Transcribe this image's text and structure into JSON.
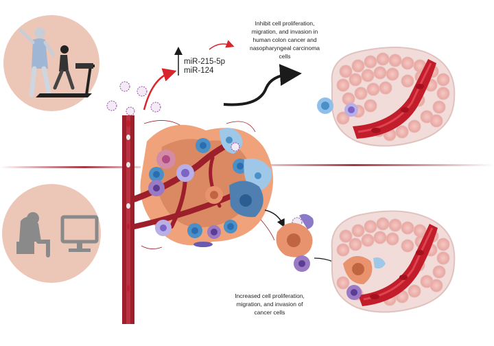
{
  "top_effect": {
    "line1": "Inhibit cell proliferation,",
    "line2": "migration, and invasion in",
    "line3": "human colon cancer and",
    "line4": "nasopharyngeal carcinoma",
    "line5": "cells"
  },
  "mirna": {
    "line1": "miR-215-5p",
    "line2": "miR-124"
  },
  "bottom_effect": {
    "line1": "Increased cell proliferation,",
    "line2": "migration, and invasion of",
    "line3": "cancer cells"
  },
  "colors": {
    "circle_bg": "#ecc6b6",
    "vessel": "#9e1f2c",
    "tumor": "#f0a27a",
    "divider": "#9e1f2c",
    "up_arrow": "#d9262b",
    "down_arrow": "#1b1b1b"
  },
  "icons": [
    "exercise-icon",
    "sedentary-icon",
    "exosome-icon",
    "tumor-microenvironment-icon",
    "tissue-icon"
  ]
}
